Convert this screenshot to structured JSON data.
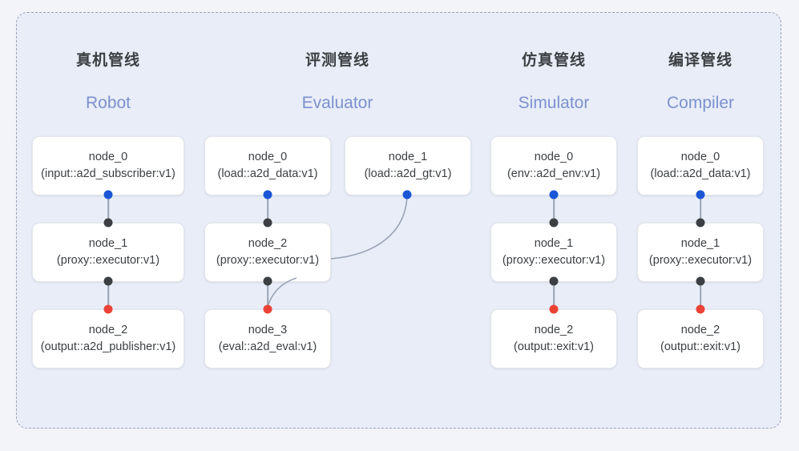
{
  "diagram": {
    "frame_style": "dashed-rounded",
    "background_color": "#e8edf8",
    "page_background": "#f2f4f9",
    "accent_colors": {
      "header_en": "#7d91cd",
      "port_input": "#1a56d6",
      "port_mid": "#3c4043",
      "port_output": "#ea4335",
      "edge": "#9aa3b5"
    }
  },
  "columns": [
    {
      "id": "robot",
      "title_cn": "真机管线",
      "title_en": "Robot",
      "nodes": [
        {
          "name": "node_0",
          "spec": "(input::a2d_subscriber:v1)"
        },
        {
          "name": "node_1",
          "spec": "(proxy::executor:v1)"
        },
        {
          "name": "node_2",
          "spec": "(output::a2d_publisher:v1)"
        }
      ]
    },
    {
      "id": "evaluator",
      "title_cn": "评测管线",
      "title_en": "Evaluator",
      "nodes": [
        {
          "name": "node_0",
          "spec": "(load::a2d_data:v1)"
        },
        {
          "name": "node_1",
          "spec": "(load::a2d_gt:v1)"
        },
        {
          "name": "node_2",
          "spec": "(proxy::executor:v1)"
        },
        {
          "name": "node_3",
          "spec": "(eval::a2d_eval:v1)"
        }
      ]
    },
    {
      "id": "simulator",
      "title_cn": "仿真管线",
      "title_en": "Simulator",
      "nodes": [
        {
          "name": "node_0",
          "spec": "(env::a2d_env:v1)"
        },
        {
          "name": "node_1",
          "spec": "(proxy::executor:v1)"
        },
        {
          "name": "node_2",
          "spec": "(output::exit:v1)"
        }
      ]
    },
    {
      "id": "compiler",
      "title_cn": "编译管线",
      "title_en": "Compiler",
      "nodes": [
        {
          "name": "node_0",
          "spec": "(load::a2d_data:v1)"
        },
        {
          "name": "node_1",
          "spec": "(proxy::executor:v1)"
        },
        {
          "name": "node_2",
          "spec": "(output::exit:v1)"
        }
      ]
    }
  ]
}
